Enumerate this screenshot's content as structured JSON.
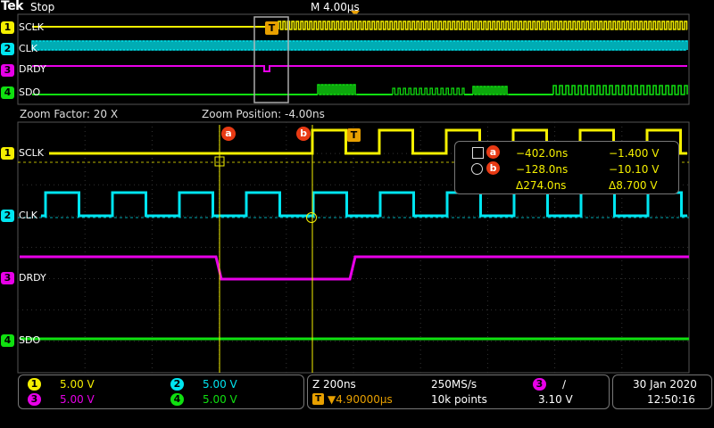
{
  "header": {
    "brand": "Tek",
    "run_state": "Stop",
    "timebase": "M 4.00µs"
  },
  "channels": [
    {
      "num": "1",
      "name": "SCLK",
      "color": "#f5f000"
    },
    {
      "num": "2",
      "name": "CLK",
      "color": "#00e5f0"
    },
    {
      "num": "3",
      "name": "DRDY",
      "color": "#e800e8"
    },
    {
      "num": "4",
      "name": "SDO",
      "color": "#10e010"
    }
  ],
  "zoom": {
    "factor": "Zoom Factor: 20 X",
    "position": "Zoom Position: -4.00ns"
  },
  "cursors": {
    "a_label": "a",
    "b_label": "b",
    "trigger_label": "T",
    "a_time": "−402.0ns",
    "a_volt": "−1.400 V",
    "b_time": "−128.0ns",
    "b_volt": "−10.10 V",
    "delta_time": "Δ274.0ns",
    "delta_volt": "Δ8.700 V"
  },
  "status": {
    "ch1_scale": "5.00 V",
    "ch2_scale": "5.00 V",
    "ch3_scale": "5.00 V",
    "ch4_scale": "5.00 V",
    "zoom_scale": "Z 200ns",
    "sample_rate": "250MS/s",
    "trigger_pos": "▼4.90000µs",
    "record_length": "10k points",
    "trig_channel": "3",
    "trig_slope": "∕",
    "trig_level": "3.10 V",
    "date": "30 Jan  2020",
    "time": "12:50:16"
  },
  "colors": {
    "ch1": "#f5f000",
    "ch2": "#00e5f0",
    "ch3": "#e800e8",
    "ch4": "#10e010",
    "cursor": "#e83a14",
    "trigger": "#e8a000"
  }
}
